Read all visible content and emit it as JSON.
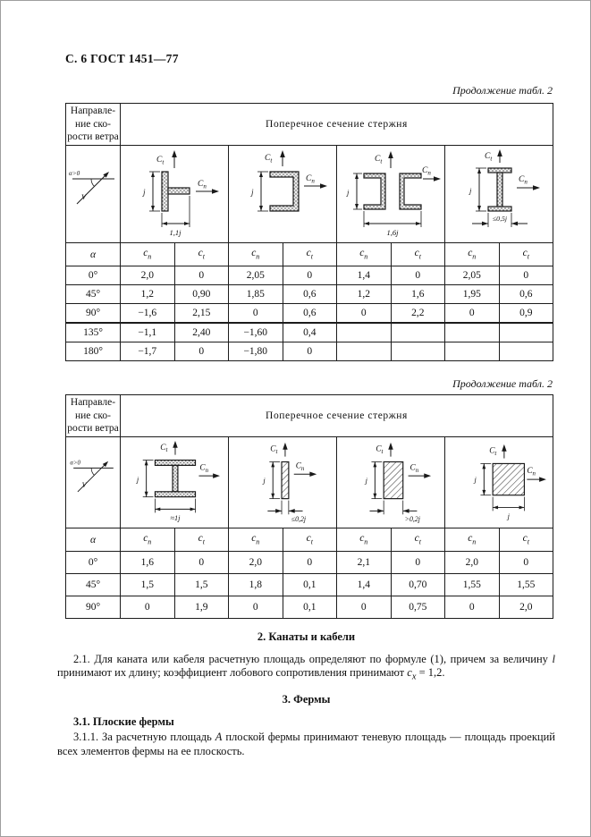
{
  "page": {
    "header": "С. 6 ГОСТ 1451—77",
    "continuation": "Продолжение табл. 2"
  },
  "labels": {
    "alpha": "α",
    "coef": "с",
    "sub_n": "n",
    "sub_t": "t",
    "C": "С",
    "j": "j",
    "alpha_gt": "α>0",
    "v": "V"
  },
  "table1": {
    "wind_header_lines": [
      "Направле-",
      "ние ско-",
      "рости ветра"
    ],
    "section_header": "Поперечное сечение стержня",
    "dims": {
      "s1": "1,1j",
      "s3": "1,6j",
      "s4": "≤0,5j"
    },
    "rows": [
      [
        "0°",
        "2,0",
        "0",
        "2,05",
        "0",
        "1,4",
        "0",
        "2,05",
        "0"
      ],
      [
        "45°",
        "1,2",
        "0,90",
        "1,85",
        "0,6",
        "1,2",
        "1,6",
        "1,95",
        "0,6"
      ],
      [
        "90°",
        "−1,6",
        "2,15",
        "0",
        "0,6",
        "0",
        "2,2",
        "0",
        "0,9"
      ],
      [
        "135°",
        "−1,1",
        "2,40",
        "−1,60",
        "0,4",
        null,
        null,
        null,
        null
      ],
      [
        "180°",
        "−1,7",
        "0",
        "−1,80",
        "0",
        null,
        null,
        null,
        null
      ]
    ]
  },
  "table2": {
    "wind_header_lines": [
      "Направле-",
      "ние ско-",
      "рости ветра"
    ],
    "section_header": "Поперечное сечение стержня",
    "dims": {
      "s1": "≈1j",
      "s2": "≤0,2j",
      "s3": ">0,2j",
      "s4": "j"
    },
    "rows": [
      [
        "0°",
        "1,6",
        "0",
        "2,0",
        "0",
        "2,1",
        "0",
        "2,0",
        "0"
      ],
      [
        "45°",
        "1,5",
        "1,5",
        "1,8",
        "0,1",
        "1,4",
        "0,70",
        "1,55",
        "1,55"
      ],
      [
        "90°",
        "0",
        "1,9",
        "0",
        "0,1",
        "0",
        "0,75",
        "0",
        "2,0"
      ]
    ]
  },
  "sections": {
    "s2_title": "2. Канаты и кабели",
    "p21": [
      "2.1. Для каната или кабеля расчетную площадь определяют по формуле (1), причем за величину ",
      "l",
      " принимают их длину; коэффициент лобового сопротивления принимают ",
      "с",
      "х",
      " = 1,2."
    ],
    "s3_title": "3. Фермы",
    "s31_title": "3.1. Плоские фермы",
    "p311": [
      "3.1.1. За расчетную площадь ",
      "А",
      " плоской фермы принимают теневую площадь — площадь проекций всех элементов фермы на ее плоскость."
    ]
  }
}
